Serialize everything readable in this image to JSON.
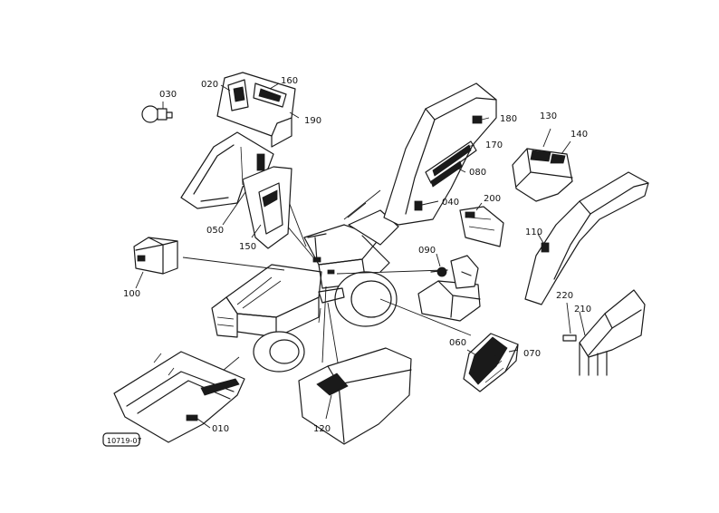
{
  "diagram": {
    "stamp": "10719-07",
    "callouts": {
      "c020": "020",
      "c030": "030",
      "c160": "160",
      "c190": "190",
      "c050": "050",
      "c150": "150",
      "c100": "100",
      "c180": "180",
      "c170": "170",
      "c080": "080",
      "c040": "040",
      "c200": "200",
      "c130": "130",
      "c140": "140",
      "c110": "110",
      "c090": "090",
      "c220": "220",
      "c210": "210",
      "c060": "060",
      "c070": "070",
      "c010": "010",
      "c120": "120"
    }
  }
}
